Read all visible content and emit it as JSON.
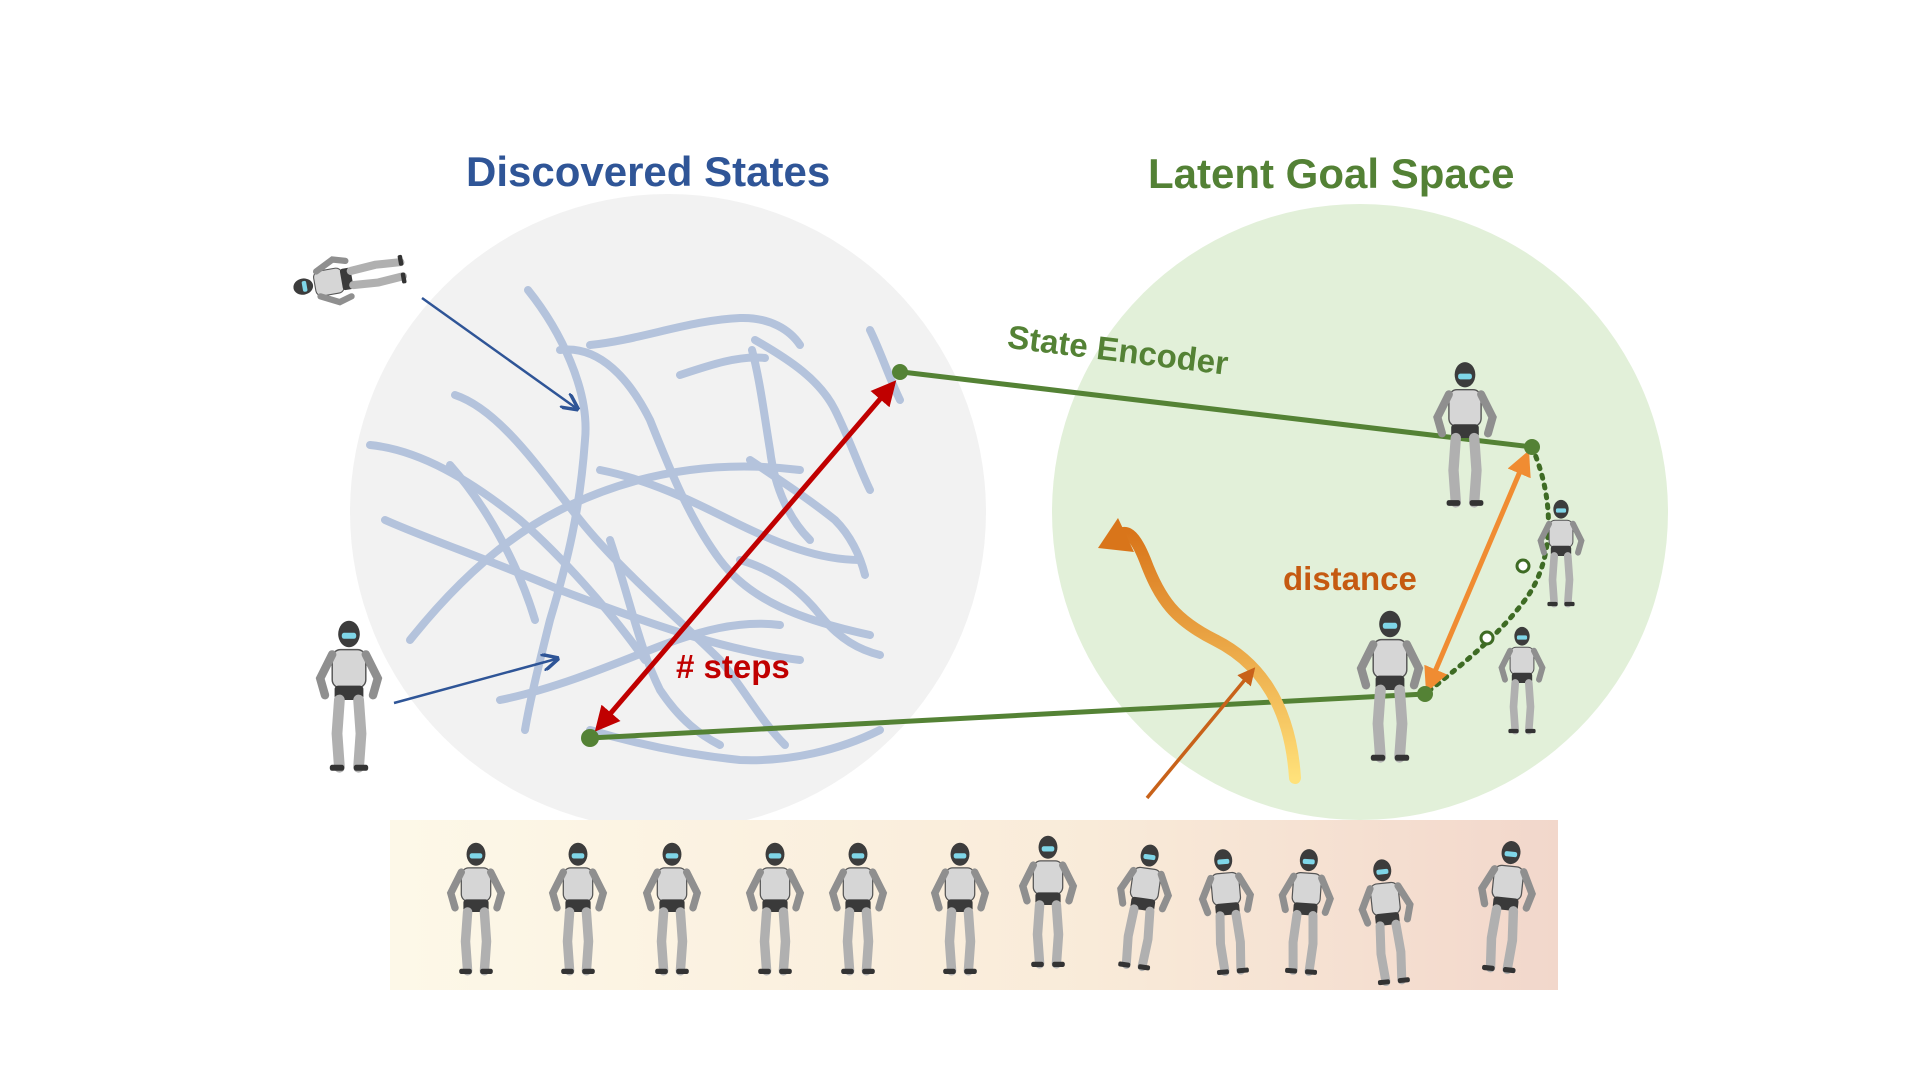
{
  "titles": {
    "discovered_states": "Discovered States",
    "latent_goal_space": "Latent Goal Space"
  },
  "labels": {
    "state_encoder": "State Encoder",
    "distance": "distance",
    "steps": "# steps"
  },
  "colors": {
    "discovered_title": "#2f5597",
    "latent_title": "#538135",
    "encoder_green": "#548235",
    "steps_red": "#c00000",
    "distance_orange": "#c55a11",
    "left_circle": "#f2f2f2",
    "right_circle": "#e2f0d9",
    "trajectory": "#b4c3dc",
    "pointer_blue": "#2f5597"
  },
  "icons": {
    "robot": "humanoid-robot-icon"
  }
}
